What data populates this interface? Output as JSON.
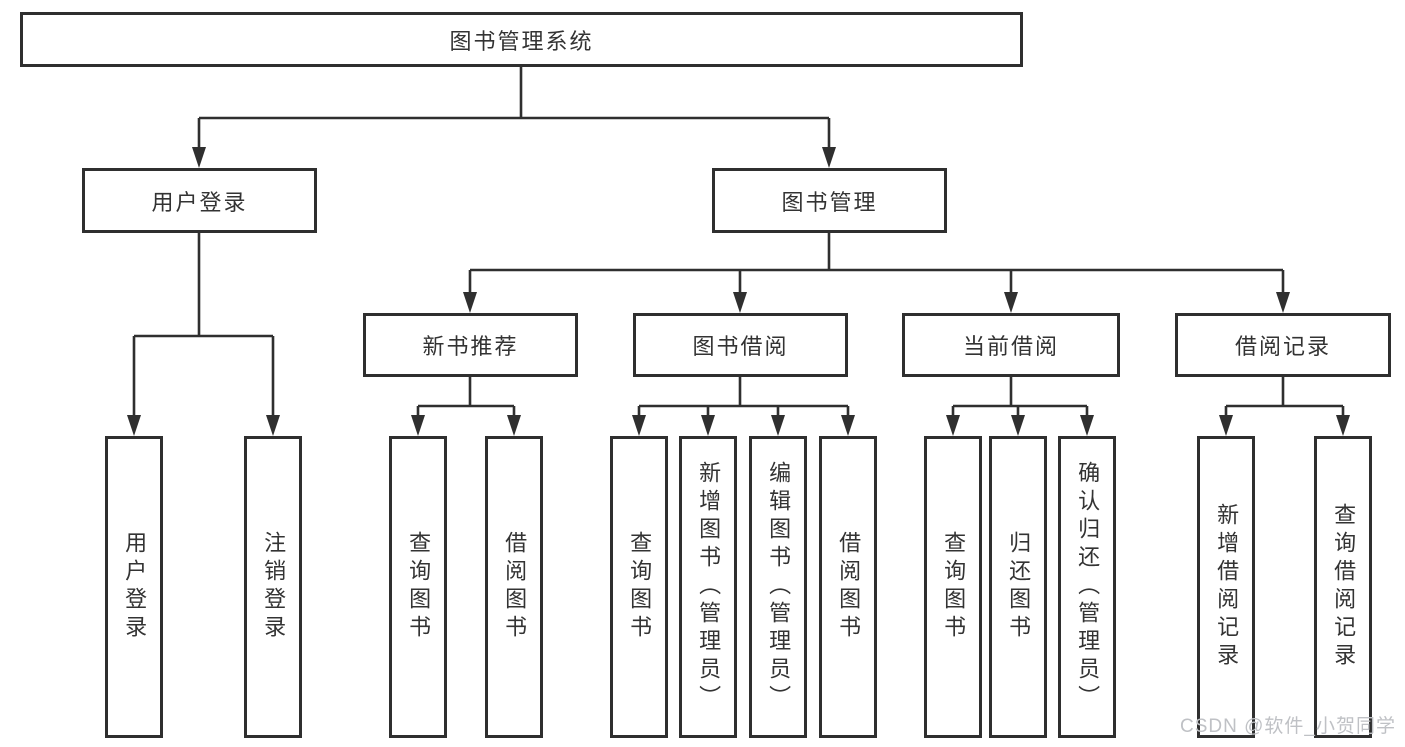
{
  "tree": {
    "label": "图书管理系统",
    "children": [
      {
        "label": "用户登录",
        "children": [
          {
            "label": "用户登录"
          },
          {
            "label": "注销登录"
          }
        ]
      },
      {
        "label": "图书管理",
        "children": [
          {
            "label": "新书推荐",
            "children": [
              {
                "label": "查询图书"
              },
              {
                "label": "借阅图书"
              }
            ]
          },
          {
            "label": "图书借阅",
            "children": [
              {
                "label": "查询图书"
              },
              {
                "label": "新增图书（管理员）"
              },
              {
                "label": "编辑图书（管理员）"
              },
              {
                "label": "借阅图书"
              }
            ]
          },
          {
            "label": "当前借阅",
            "children": [
              {
                "label": "查询图书"
              },
              {
                "label": "归还图书"
              },
              {
                "label": "确认归还（管理员）"
              }
            ]
          },
          {
            "label": "借阅记录",
            "children": [
              {
                "label": "新增借阅记录"
              },
              {
                "label": "查询借阅记录"
              }
            ]
          }
        ]
      }
    ]
  },
  "watermark": {
    "text": "CSDN @软件_小贺同学"
  },
  "colors": {
    "line": "#2f2f2f",
    "text": "#333333",
    "background": "#ffffff",
    "watermark": "#bfc1c5"
  }
}
